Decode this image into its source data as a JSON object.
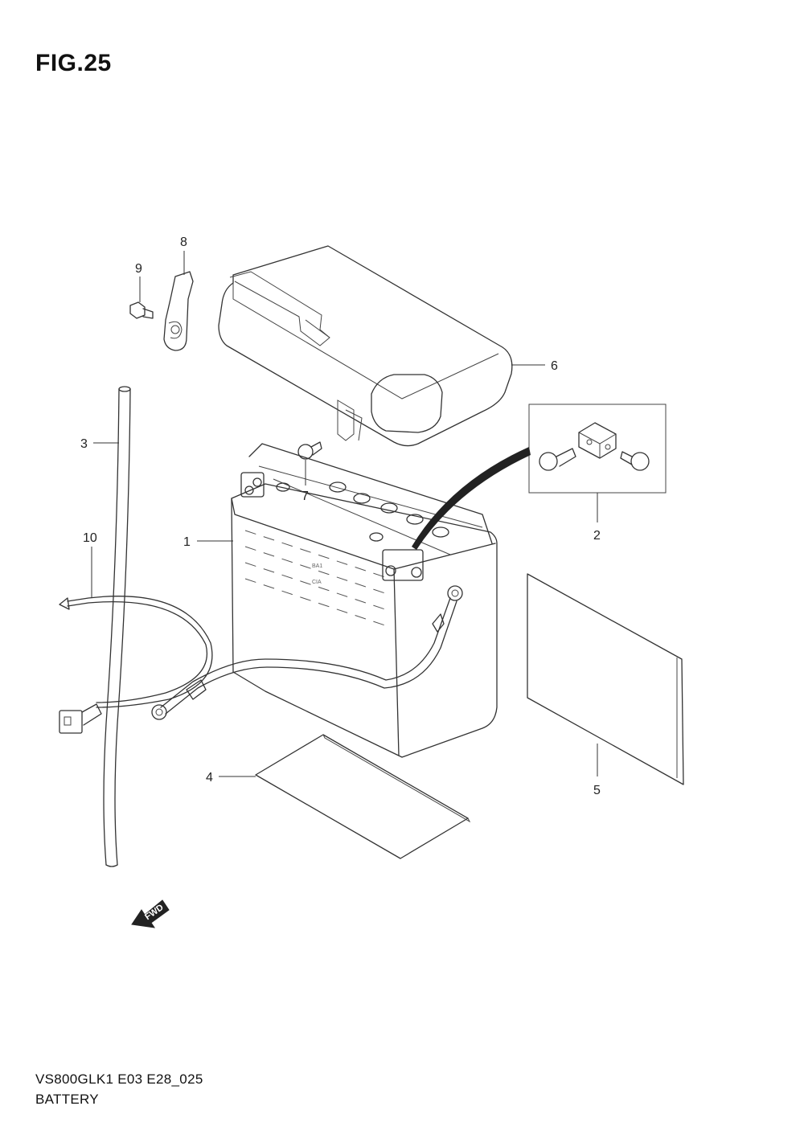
{
  "figure": {
    "title": "FIG.25",
    "model_code": "VS800GLK1 E03 E28_025",
    "section_name": "BATTERY"
  },
  "callouts": {
    "p1": "1",
    "p2": "2",
    "p3": "3",
    "p4": "4",
    "p5": "5",
    "p6": "6",
    "p7": "7",
    "p8": "8",
    "p9": "9",
    "p10": "10"
  },
  "direction_marker": {
    "label": "FWD",
    "icon": "forward-arrow-icon"
  }
}
